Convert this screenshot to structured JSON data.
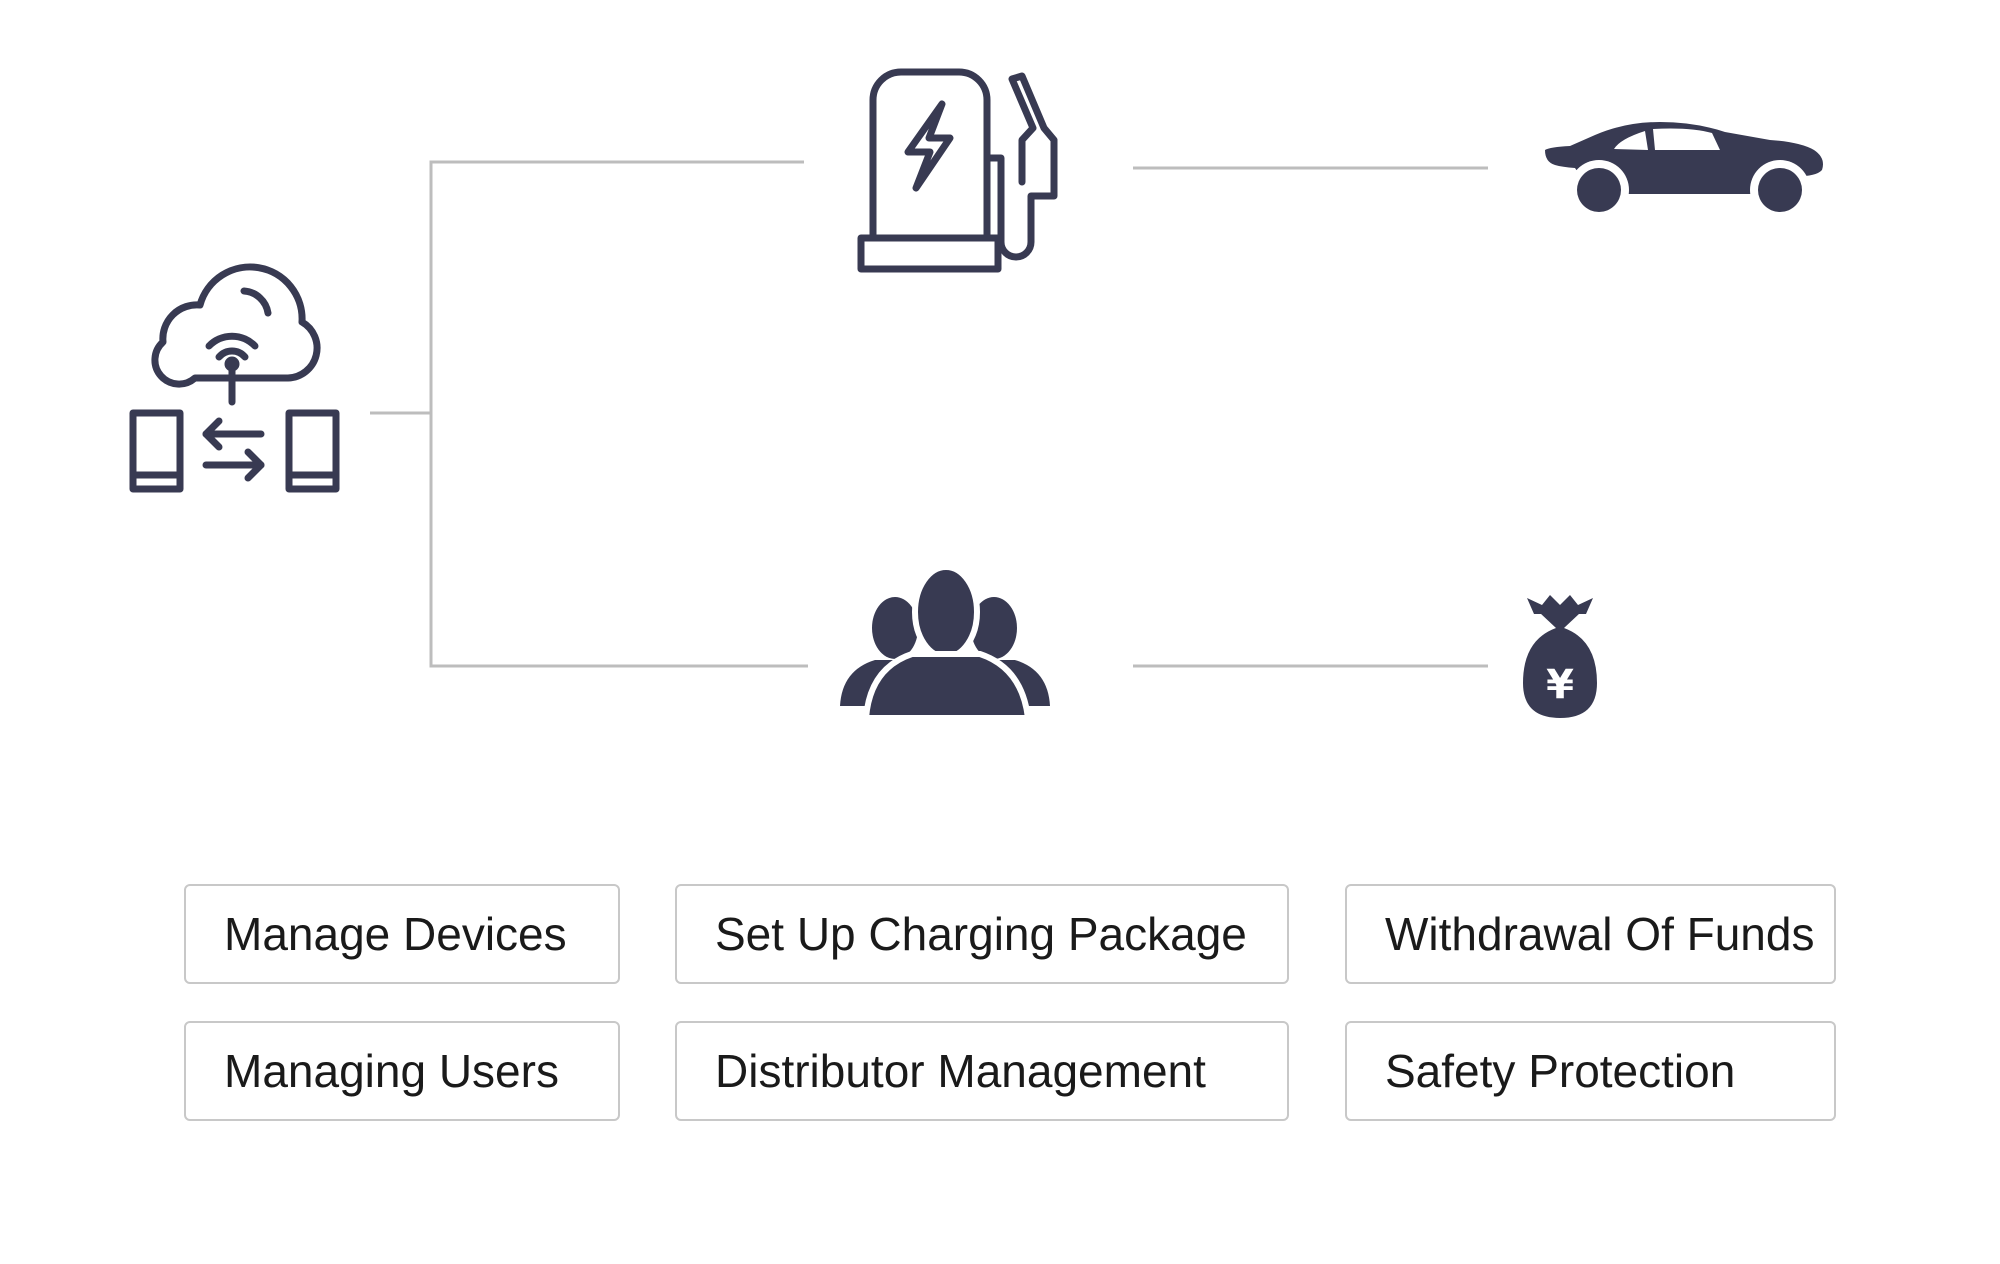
{
  "diagram": {
    "nodes": [
      {
        "id": "cloud-platform",
        "icon": "cloud-sync-icon"
      },
      {
        "id": "charging-station",
        "icon": "charging-station-icon"
      },
      {
        "id": "electric-car",
        "icon": "car-icon"
      },
      {
        "id": "user-group",
        "icon": "user-group-icon"
      },
      {
        "id": "money-bag",
        "icon": "yuan-money-bag-icon"
      }
    ],
    "connections": [
      [
        "cloud-platform",
        "charging-station"
      ],
      [
        "cloud-platform",
        "user-group"
      ],
      [
        "charging-station",
        "electric-car"
      ],
      [
        "user-group",
        "money-bag"
      ]
    ],
    "icon_color": "#383a52",
    "line_color": "#bdbdbd",
    "money_symbol": "¥"
  },
  "features": [
    [
      "Manage Devices",
      "Set Up Charging Package",
      "Withdrawal Of Funds"
    ],
    [
      "Managing Users",
      "Distributor Management",
      "Safety Protection"
    ]
  ],
  "colors": {
    "box_border": "#c8c8c8",
    "text": "#1a1a1a"
  }
}
